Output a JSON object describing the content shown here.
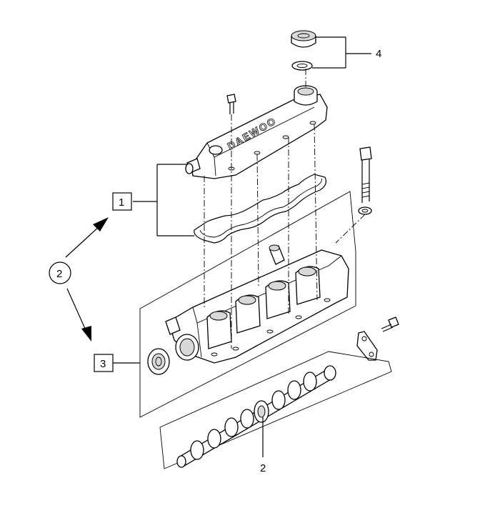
{
  "callouts": {
    "cap_assembly": "4",
    "camshaft": "2",
    "cover_group": "1",
    "housing_group": "3",
    "reference": "2"
  },
  "cover_brand": "DAEWOO",
  "icons": {
    "arrow_up": "arrow-up-right-icon",
    "arrow_down": "arrow-down-right-icon"
  }
}
